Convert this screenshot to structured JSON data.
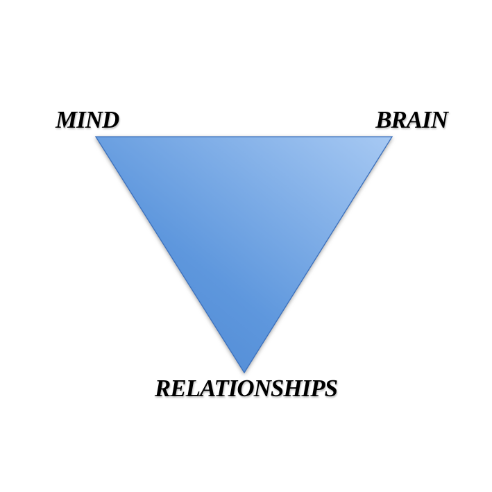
{
  "page": {
    "background_color": "#ffffff"
  },
  "diagram": {
    "labels": {
      "mind": "MIND",
      "brain": "BRAIN",
      "relationships": "RELATIONSHIPS"
    },
    "triangle": {
      "fill_gradient_light": "#a7c9f3",
      "fill_gradient_mid": "#5e97dd",
      "fill_gradient_dark": "#4a85d1",
      "border_color": "#3b70bd",
      "text_color": "#000000"
    }
  }
}
